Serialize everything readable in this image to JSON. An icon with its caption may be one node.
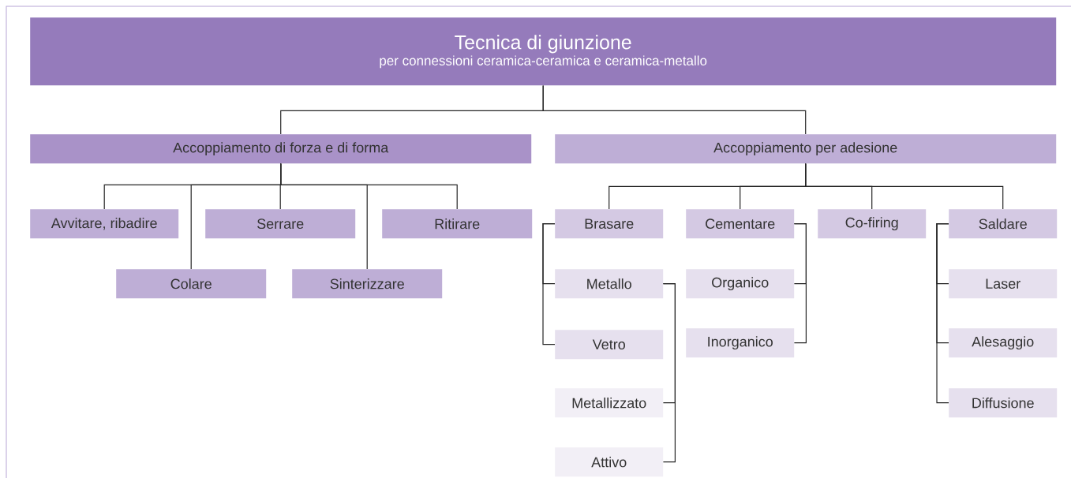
{
  "diagram": {
    "nodes": [
      {
        "text": [
          "Tecnica di giunzione",
          "per connessioni ceramica-ceramica e ceramica-metallo"
        ]
      },
      {
        "text": [
          "Accoppiamento di forza e di forma"
        ]
      },
      {
        "text": [
          "Accoppiamento per adesione"
        ]
      },
      {
        "text": [
          "Avvitare, ribadire"
        ]
      },
      {
        "text": [
          "Serrare"
        ]
      },
      {
        "text": [
          "Ritirare"
        ]
      },
      {
        "text": [
          "Colare"
        ]
      },
      {
        "text": [
          "Sinterizzare"
        ]
      },
      {
        "text": [
          "Brasare"
        ]
      },
      {
        "text": [
          "Cementare"
        ]
      },
      {
        "text": [
          "Co-firing"
        ]
      },
      {
        "text": [
          "Saldare"
        ]
      },
      {
        "text": [
          "Metallo"
        ]
      },
      {
        "text": [
          "Vetro"
        ]
      },
      {
        "text": [
          "Metallizzato"
        ]
      },
      {
        "text": [
          "Attivo"
        ]
      },
      {
        "text": [
          "Organico"
        ]
      },
      {
        "text": [
          "Inorganico"
        ]
      },
      {
        "text": [
          "Laser"
        ]
      },
      {
        "text": [
          "Alesaggio"
        ]
      },
      {
        "text": [
          "Diffusione"
        ]
      }
    ],
    "edges": [
      {
        "from": 0,
        "to": 1,
        "arrow": "none"
      },
      {
        "from": 0,
        "to": 2,
        "arrow": "none"
      },
      {
        "from": 1,
        "to": 3,
        "arrow": "none"
      },
      {
        "from": 1,
        "to": 6,
        "arrow": "none"
      },
      {
        "from": 1,
        "to": 4,
        "arrow": "none"
      },
      {
        "from": 1,
        "to": 7,
        "arrow": "none"
      },
      {
        "from": 1,
        "to": 5,
        "arrow": "none"
      },
      {
        "from": 2,
        "to": 8,
        "arrow": "none"
      },
      {
        "from": 2,
        "to": 9,
        "arrow": "none"
      },
      {
        "from": 2,
        "to": 10,
        "arrow": "none"
      },
      {
        "from": 2,
        "to": 11,
        "arrow": "none"
      },
      {
        "from": 8,
        "to": 12,
        "arrow": "none"
      },
      {
        "from": 8,
        "to": 13,
        "arrow": "none"
      },
      {
        "from": 12,
        "to": 14,
        "arrow": "none"
      },
      {
        "from": 12,
        "to": 15,
        "arrow": "none"
      },
      {
        "from": 9,
        "to": 16,
        "arrow": "none"
      },
      {
        "from": 9,
        "to": 17,
        "arrow": "none"
      },
      {
        "from": 11,
        "to": 18,
        "arrow": "none"
      },
      {
        "from": 11,
        "to": 19,
        "arrow": "none"
      },
      {
        "from": 11,
        "to": 20,
        "arrow": "none"
      }
    ]
  }
}
